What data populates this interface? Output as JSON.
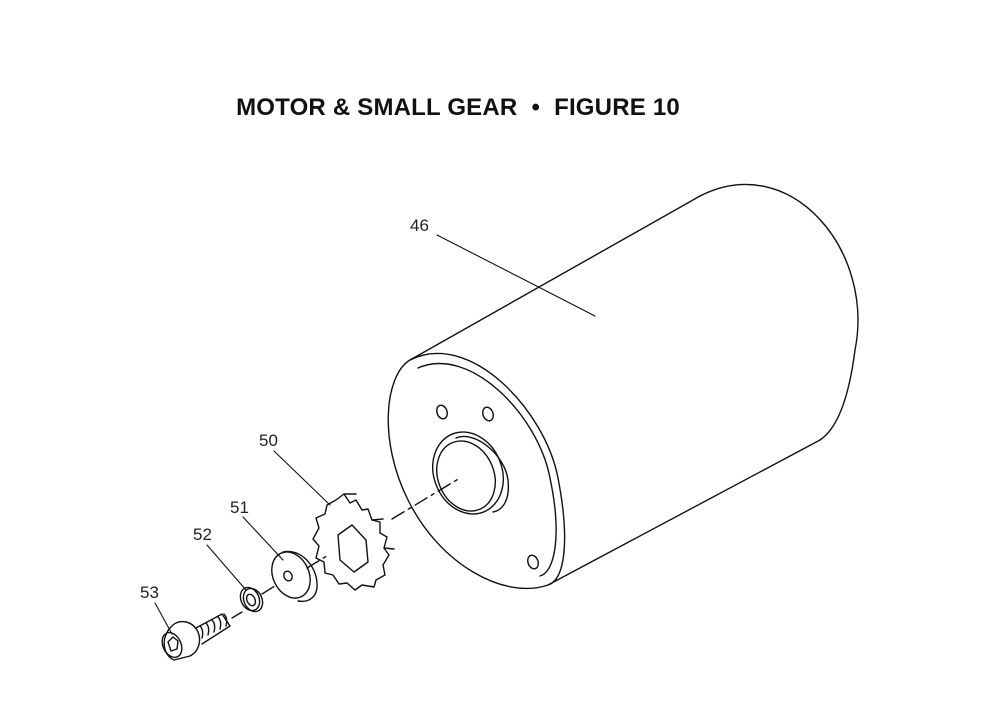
{
  "title": {
    "main": "MOTOR & SMALL GEAR",
    "separator": "•",
    "figure": "FIGURE 10"
  },
  "callouts": {
    "motor": "46",
    "small_gear": "50",
    "washer": "51",
    "lock_washer": "52",
    "screw": "53"
  }
}
